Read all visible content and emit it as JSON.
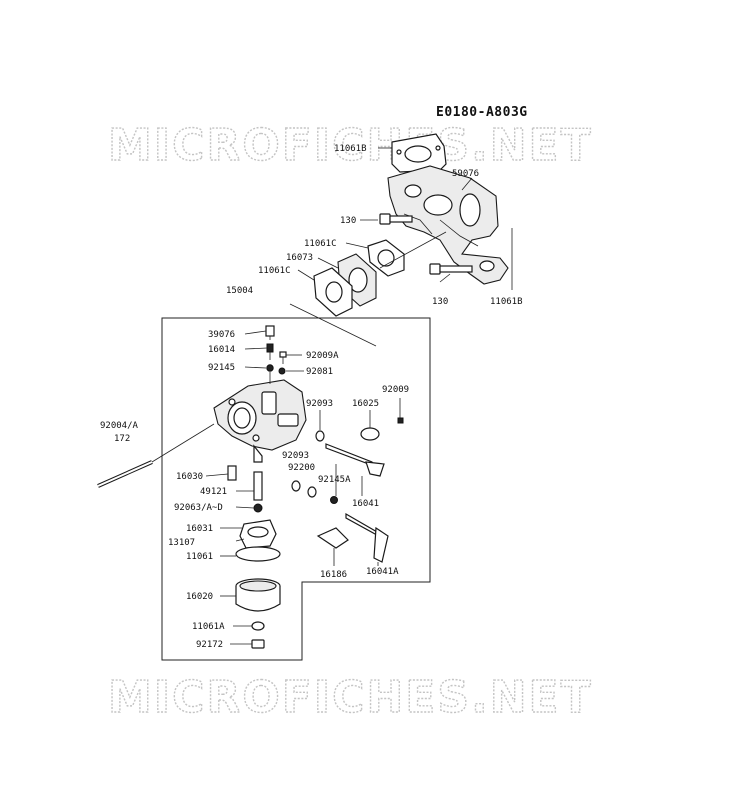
{
  "diagram": {
    "code": "E0180-A803G",
    "watermark": "MICROFICHES.NET",
    "colors": {
      "ink": "#1a1a1a",
      "watermark": "#c4c4c4",
      "background": "#ffffff"
    },
    "labels": {
      "p11061B_top": "11061B",
      "p59076": "59076",
      "p130_left": "130",
      "p11061C_a": "11061C",
      "p16073": "16073",
      "p11061C_b": "11061C",
      "p130_bottom": "130",
      "p11061B_right": "11061B",
      "p15004": "15004",
      "p39076": "39076",
      "p16014": "16014",
      "p92009A": "92009A",
      "p92145": "92145",
      "p92081": "92081",
      "p92009": "92009",
      "p16025": "16025",
      "p92093_a": "92093",
      "p92004A": "92004/A",
      "p172": "172",
      "p92093_b": "92093",
      "p92200": "92200",
      "p92145A": "92145A",
      "p16030": "16030",
      "p49121": "49121",
      "p16041": "16041",
      "p92063": "92063/A~D",
      "p16031": "16031",
      "p13107": "13107",
      "p11061": "11061",
      "p16186": "16186",
      "p16041A": "16041A",
      "p16020": "16020",
      "p11061A": "11061A",
      "p92172": "92172"
    }
  }
}
